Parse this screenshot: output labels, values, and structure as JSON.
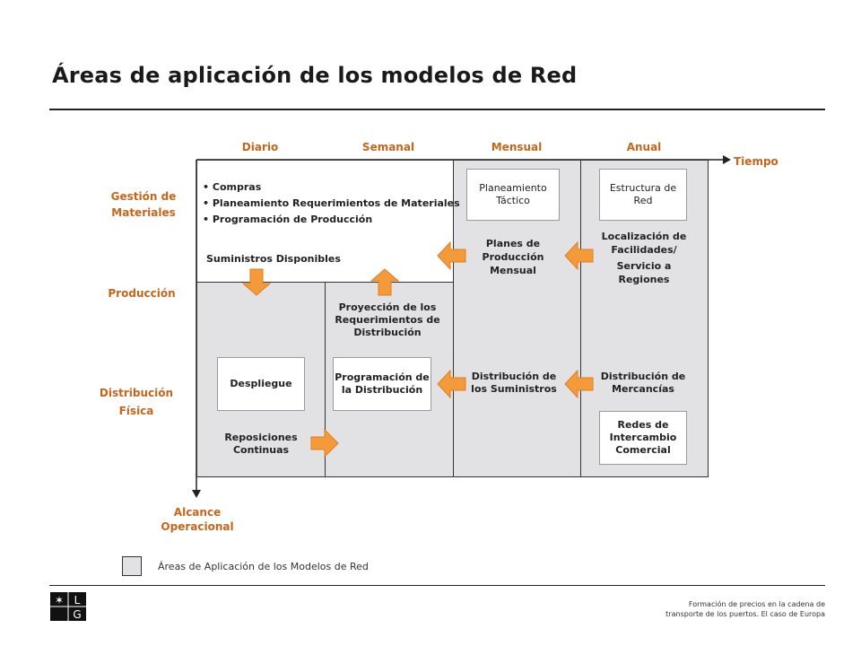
{
  "title": "Áreas de aplicación de los modelos de Red",
  "columns": [
    "Diario",
    "Semanal",
    "Mensual",
    "Anual"
  ],
  "axis": {
    "x_label": "Tiempo",
    "y_label_1": "Alcance",
    "y_label_2": "Operacional"
  },
  "rows": {
    "gestion_1": "Gestión de",
    "gestion_2": "Materiales",
    "produccion": "Producción",
    "distribucion_1": "Distribución",
    "distribucion_2": "Física"
  },
  "cells": {
    "bullets": [
      "Compras",
      "Planeamiento Requerimientos de Materiales",
      "Programación de Producción"
    ],
    "suministros": "Suministros Disponibles",
    "planeamiento_tactico": "Planeamiento Táctico",
    "planes_produccion": "Planes de Producción Mensual",
    "estructura_red": "Estructura de Red",
    "localizacion_1": "Localización de Facilidades/",
    "localizacion_2": "Servicio a Regiones",
    "proyeccion": "Proyección de los Requerimientos de Distribución",
    "despliegue": "Despliegue",
    "programacion_dist": "Programación de la Distribución",
    "dist_suministros": "Distribución de los Suministros",
    "dist_mercancias": "Distribución de Mercancías",
    "redes_intercambio": "Redes de Intercambio Comercial",
    "reposiciones": "Reposiciones Continuas"
  },
  "legend": {
    "label": "Áreas de Aplicación de los Modelos de Red"
  },
  "footer": {
    "line1": "Formación de precios en la cadena de",
    "line2": "transporte de los puertos. El caso de Europa"
  },
  "logo": {
    "letters": [
      "L",
      "G"
    ]
  },
  "colors": {
    "accent": "#c8651b",
    "arrow": "#f39a3a",
    "cell_fill": "#e2e2e4"
  }
}
